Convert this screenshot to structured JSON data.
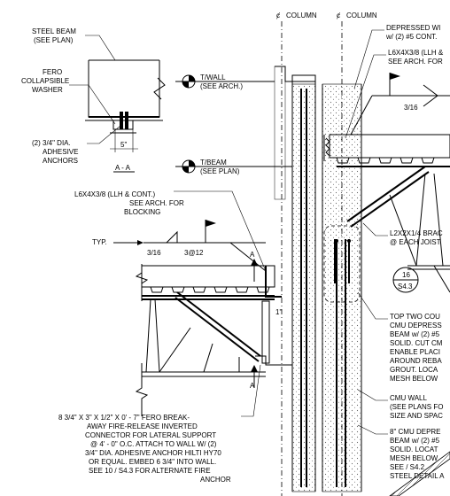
{
  "column_labels": {
    "left": "COLUMN",
    "right": "COLUMN"
  },
  "notes": {
    "steel_beam": [
      "STEEL BEAM",
      "(SEE PLAN)"
    ],
    "fero_washer": [
      "FERO",
      "COLLAPSIBLE",
      "WASHER"
    ],
    "adhesive_anchors": [
      "(2) 3/4\" DIA.",
      "ADHESIVE",
      "ANCHORS"
    ],
    "dim_5": "5\"",
    "section_aa": "A - A",
    "t_wall": [
      "T/WALL",
      "(SEE ARCH.)"
    ],
    "t_beam": [
      "T/BEAM",
      "(SEE PLAN)"
    ],
    "l6x4_left": [
      "L6X4X3/8 (LLH & CONT.)",
      "SEE ARCH. FOR",
      "BLOCKING"
    ],
    "weld_typ": "TYP.",
    "weld_left_size": "3/16",
    "weld_left_pitch": "3@12",
    "section_mark_a_top": "A",
    "section_mark_a_bottom": "A",
    "dim_1": "1\"",
    "connector_note": [
      "8 3/4\" X 3\" X 1/2\" X 0' - 7\" FERO BREAK-",
      "AWAY FIRE-RELEASE INVERTED",
      "CONNECTOR FOR LATERAL SUPPORT",
      "@ 4' - 0\" O.C. ATTACH TO WALL W/ (2)",
      "3/4\" DIA. ADHESIVE ANCHOR HILTI HY70",
      "OR EQUAL. EMBED 6 3/4\" INTO WALL.",
      "SEE  10 / S4.3  FOR ALTERNATE FIRE",
      "ANCHOR"
    ],
    "depressed": [
      "DEPRESSED WI",
      "w/ (2) #5 CONT."
    ],
    "l6x4_right": [
      "L6X4X3/8 (LLH &",
      "SEE ARCH. FOR"
    ],
    "weld_right_size": "3/16",
    "l2x2": [
      "L2X2X1/4 BRAC",
      "@ EACH JOIST"
    ],
    "detail_tag": {
      "number": "16",
      "sheet": "S4.3"
    },
    "top_two": [
      "TOP TWO COU",
      "CMU DEPRESS",
      "BEAM w/ (2) #5",
      "SOLID. CUT CM",
      "ENABLE PLACI",
      "AROUND REBA",
      "GROUT. LOCA",
      "MESH BELOW"
    ],
    "cmu_wall": [
      "CMU WALL",
      "(SEE PLANS FO",
      "SIZE AND SPAC"
    ],
    "cmu_8": [
      "8\" CMU DEPRE",
      "BEAM w/ (2) #5",
      "SOLID. LOCAT",
      "MESH BELOW",
      "SEE  / S4.2",
      "STEEL DETAIL A"
    ]
  }
}
